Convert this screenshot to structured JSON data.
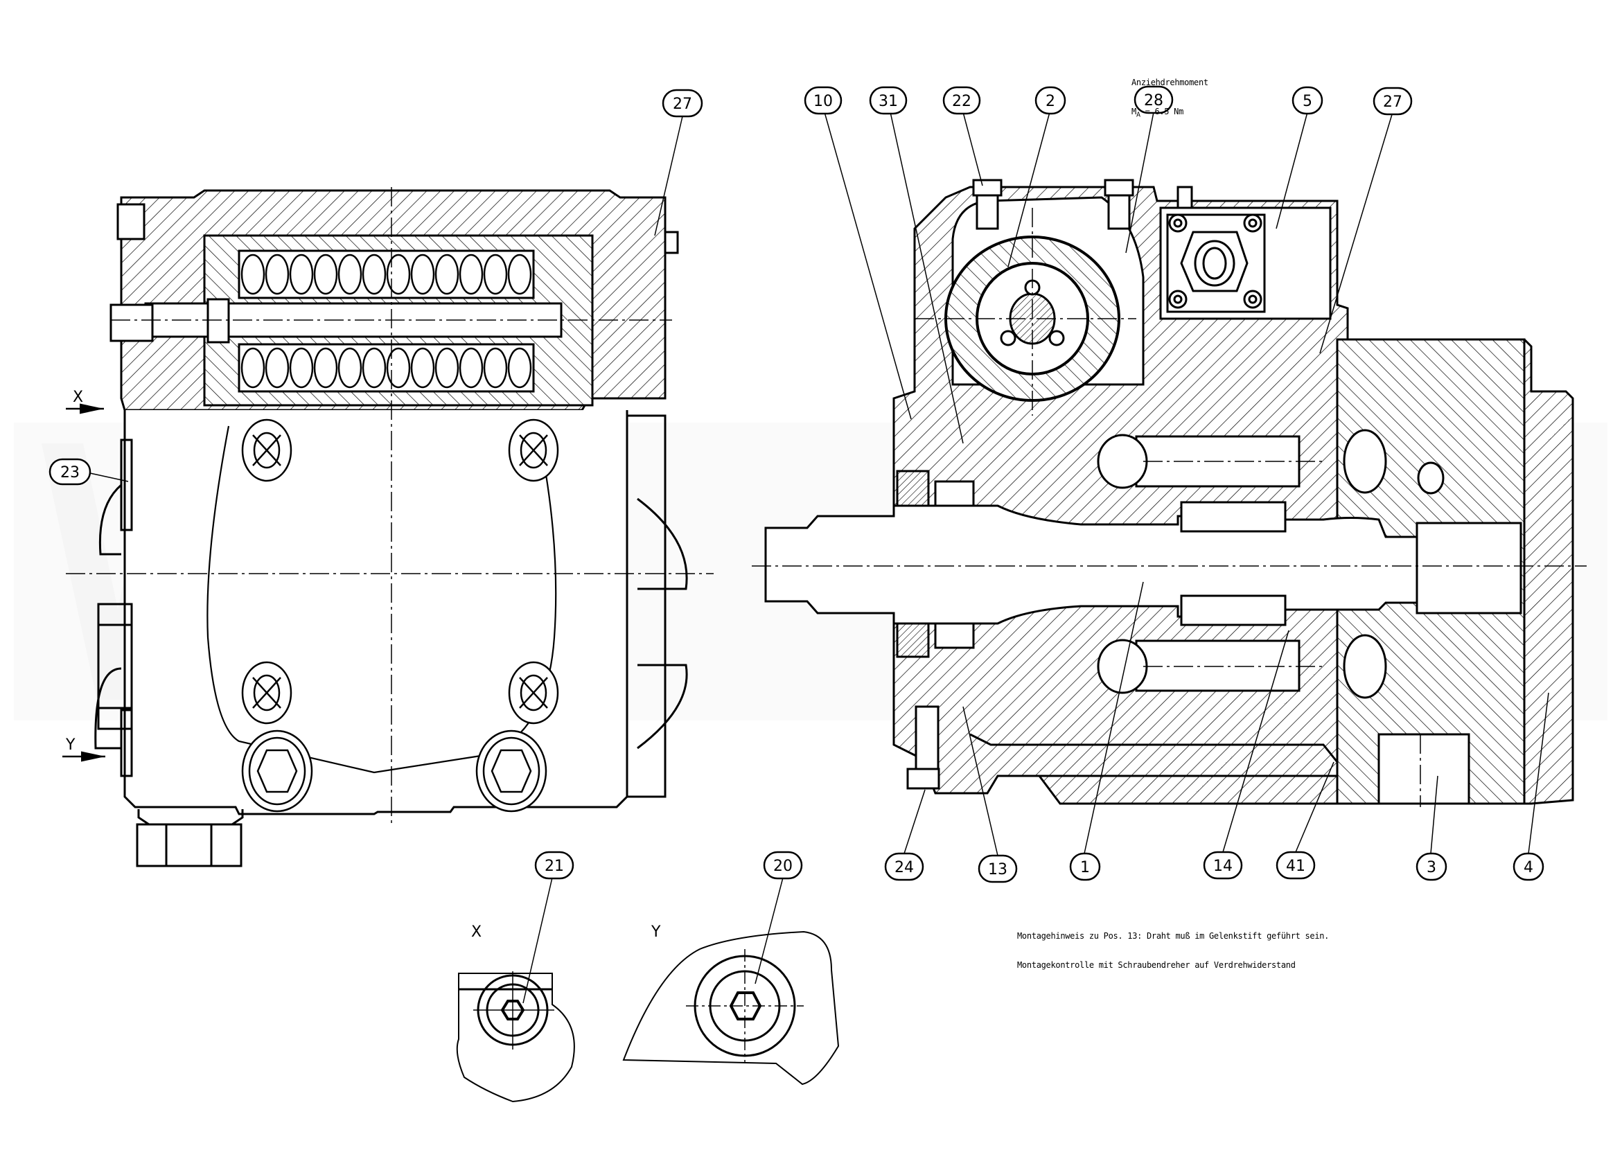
{
  "drawing": {
    "type": "sectional assembly drawing",
    "line_color": "#000000",
    "background": "#ffffff",
    "watermark_color": "#f2f2f2"
  },
  "view_arrows": [
    {
      "label": "X"
    },
    {
      "label": "Y"
    }
  ],
  "detail_views": [
    {
      "label": "X",
      "balloon": "21"
    },
    {
      "label": "Y",
      "balloon": "20"
    }
  ],
  "balloons": {
    "left_view": [
      {
        "id": "27"
      },
      {
        "id": "23"
      }
    ],
    "right_view_top": [
      {
        "id": "10"
      },
      {
        "id": "31"
      },
      {
        "id": "22"
      },
      {
        "id": "2"
      },
      {
        "id": "28"
      },
      {
        "id": "5"
      },
      {
        "id": "27"
      }
    ],
    "right_view_bottom": [
      {
        "id": "24"
      },
      {
        "id": "13"
      },
      {
        "id": "1"
      },
      {
        "id": "14"
      },
      {
        "id": "41"
      },
      {
        "id": "3"
      },
      {
        "id": "4"
      }
    ]
  },
  "notes": {
    "torque_title": "Anziehdrehmoment",
    "torque_symbol": "M",
    "torque_subscript": "A",
    "torque_value": "= 6.5 Nm",
    "assembly_line1": "Montagehinweis zu Pos. 13: Draht muß im Gelenkstift geführt sein.",
    "assembly_line2": "Montagekontrolle mit Schraubendreher auf Verdrehwiderstand"
  }
}
